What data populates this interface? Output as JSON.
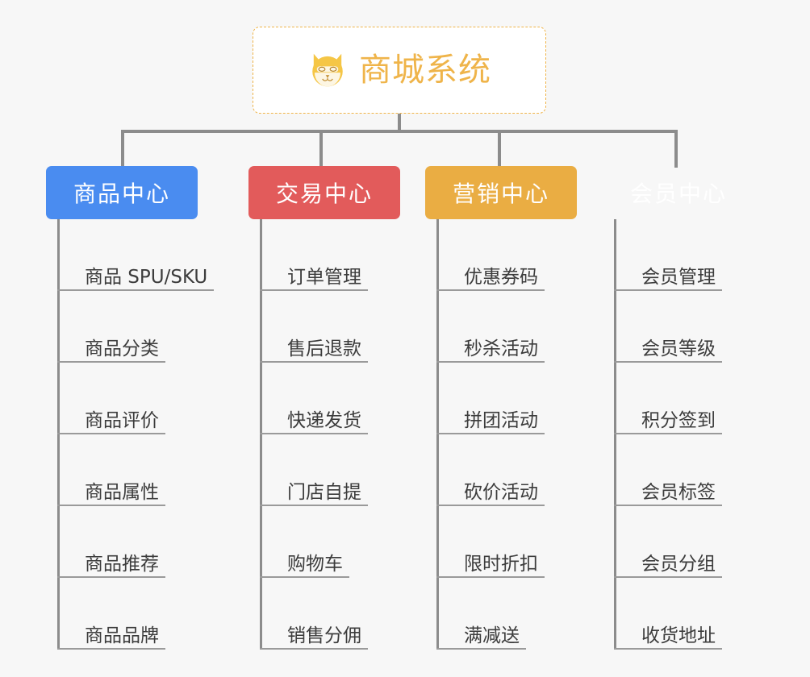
{
  "diagram": {
    "title": "商城系统",
    "background_color": "#f7f7f7",
    "connector_color": "#8c8c8c",
    "root": {
      "label": "商城系统",
      "icon": "shiba-dog-face-icon",
      "text_color": "#efb44a",
      "border_color": "#efb44a",
      "fill_color": "#ffffff"
    },
    "columns": [
      {
        "header": "商品中心",
        "color": "#4a8cf0",
        "items": [
          "商品 SPU/SKU",
          "商品分类",
          "商品评价",
          "商品属性",
          "商品推荐",
          "商品品牌"
        ]
      },
      {
        "header": "交易中心",
        "color": "#e25b5b",
        "items": [
          "订单管理",
          "售后退款",
          "快递发货",
          "门店自提",
          "购物车",
          "销售分佣"
        ]
      },
      {
        "header": "营销中心",
        "color": "#eaad43",
        "items": [
          "优惠券码",
          "秒杀活动",
          "拼团活动",
          "砍价活动",
          "限时折扣",
          "满减送"
        ]
      },
      {
        "header": "会员中心",
        "color": "#79c council",
        "items": [
          "会员管理",
          "会员等级",
          "积分签到",
          "会员标签",
          "会员分组",
          "收货地址"
        ]
      }
    ]
  }
}
